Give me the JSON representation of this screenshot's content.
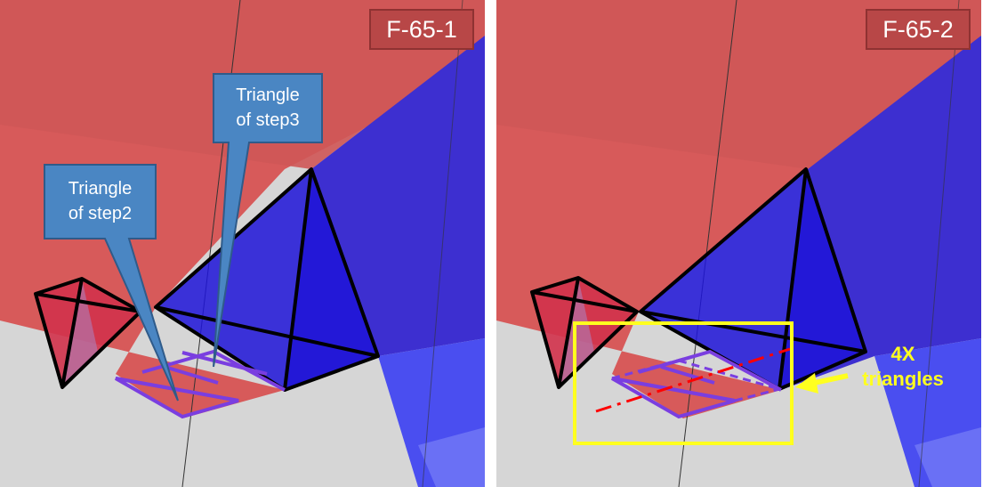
{
  "panels": [
    {
      "label": "F-65-1",
      "callouts": [
        {
          "line1": "Triangle",
          "line2": "of step2"
        },
        {
          "line1": "Triangle",
          "line2": "of step3"
        }
      ]
    },
    {
      "label": "F-65-2",
      "annotation": {
        "line1": "4X",
        "line2": "triangles"
      }
    }
  ],
  "colors": {
    "red_surface": "#d95c5c",
    "blue_surface": "#3c2fd6",
    "floor": "#d4d4d4",
    "highlight": "#ffff1f",
    "axis_line": "#ff0000",
    "callout": "#3e78b2"
  }
}
